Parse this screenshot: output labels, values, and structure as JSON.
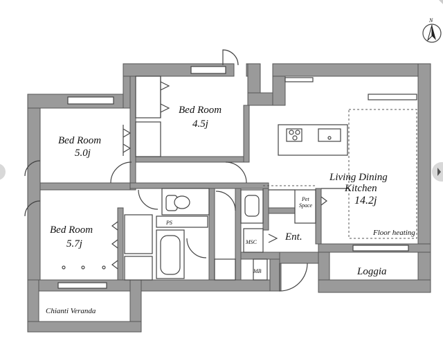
{
  "rooms": {
    "bed1": {
      "name": "Bed Room",
      "size": "4.5j"
    },
    "bed2": {
      "name": "Bed Room",
      "size": "5.0j"
    },
    "bed3": {
      "name": "Bed Room",
      "size": "5.7j"
    },
    "ldk": {
      "line1": "Living Dining",
      "line2": "Kitchen",
      "size": "14.2j"
    },
    "entrance": "Ent.",
    "loggia": "Loggia",
    "veranda": "Chianti Veranda"
  },
  "labels": {
    "floor_heating": "Floor heating",
    "pet_space_1": "Pet",
    "pet_space_2": "Space",
    "msc": "MSC",
    "mb": "MB",
    "ps": "PS",
    "compass": "N"
  },
  "colors": {
    "wall": "#9a9a9a",
    "line": "#444444",
    "background": "#ffffff"
  }
}
